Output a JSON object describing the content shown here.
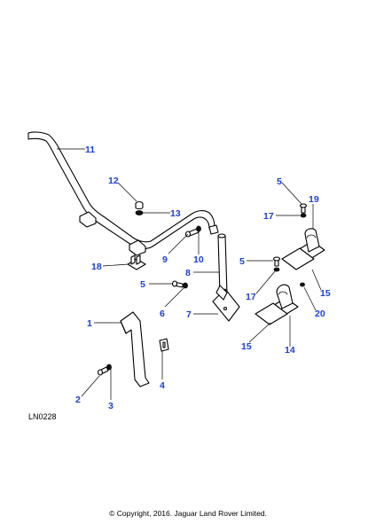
{
  "diagram": {
    "reference": "LN0228",
    "copyright": "© Copyright, 2016. Jaguar Land Rover Limited.",
    "callouts": [
      "11",
      "12",
      "13",
      "9",
      "10",
      "8",
      "18",
      "5",
      "6",
      "7",
      "1",
      "4",
      "2",
      "3",
      "5",
      "19",
      "17",
      "5",
      "15",
      "17",
      "20",
      "15",
      "14"
    ]
  }
}
